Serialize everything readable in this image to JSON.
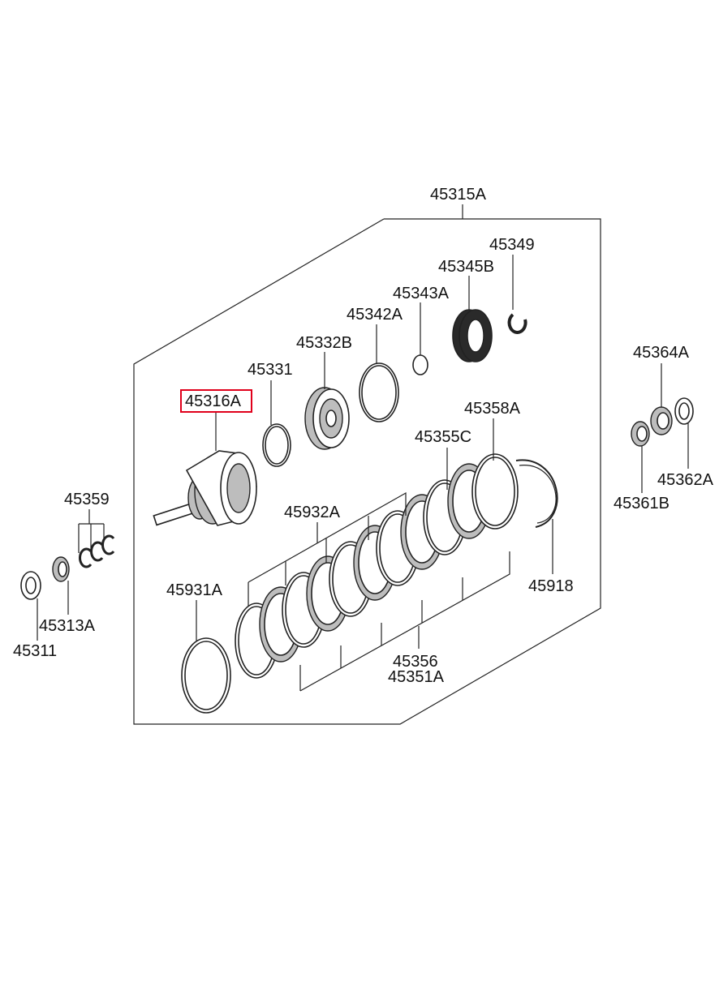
{
  "diagram": {
    "highlight_color": "#e0001b",
    "line_color": "#222222",
    "labels": {
      "p45315A": "45315A",
      "p45349": "45349",
      "p45345B": "45345B",
      "p45343A": "45343A",
      "p45342A": "45342A",
      "p45332B": "45332B",
      "p45331": "45331",
      "p45316A": "45316A",
      "p45358A": "45358A",
      "p45355C": "45355C",
      "p45932A": "45932A",
      "p45931A": "45931A",
      "p45918": "45918",
      "p45356": "45356",
      "p45351A": "45351A",
      "p45364A": "45364A",
      "p45362A": "45362A",
      "p45361B": "45361B",
      "p45359": "45359",
      "p45313A": "45313A",
      "p45311": "45311"
    },
    "selected_part": "45316A"
  }
}
